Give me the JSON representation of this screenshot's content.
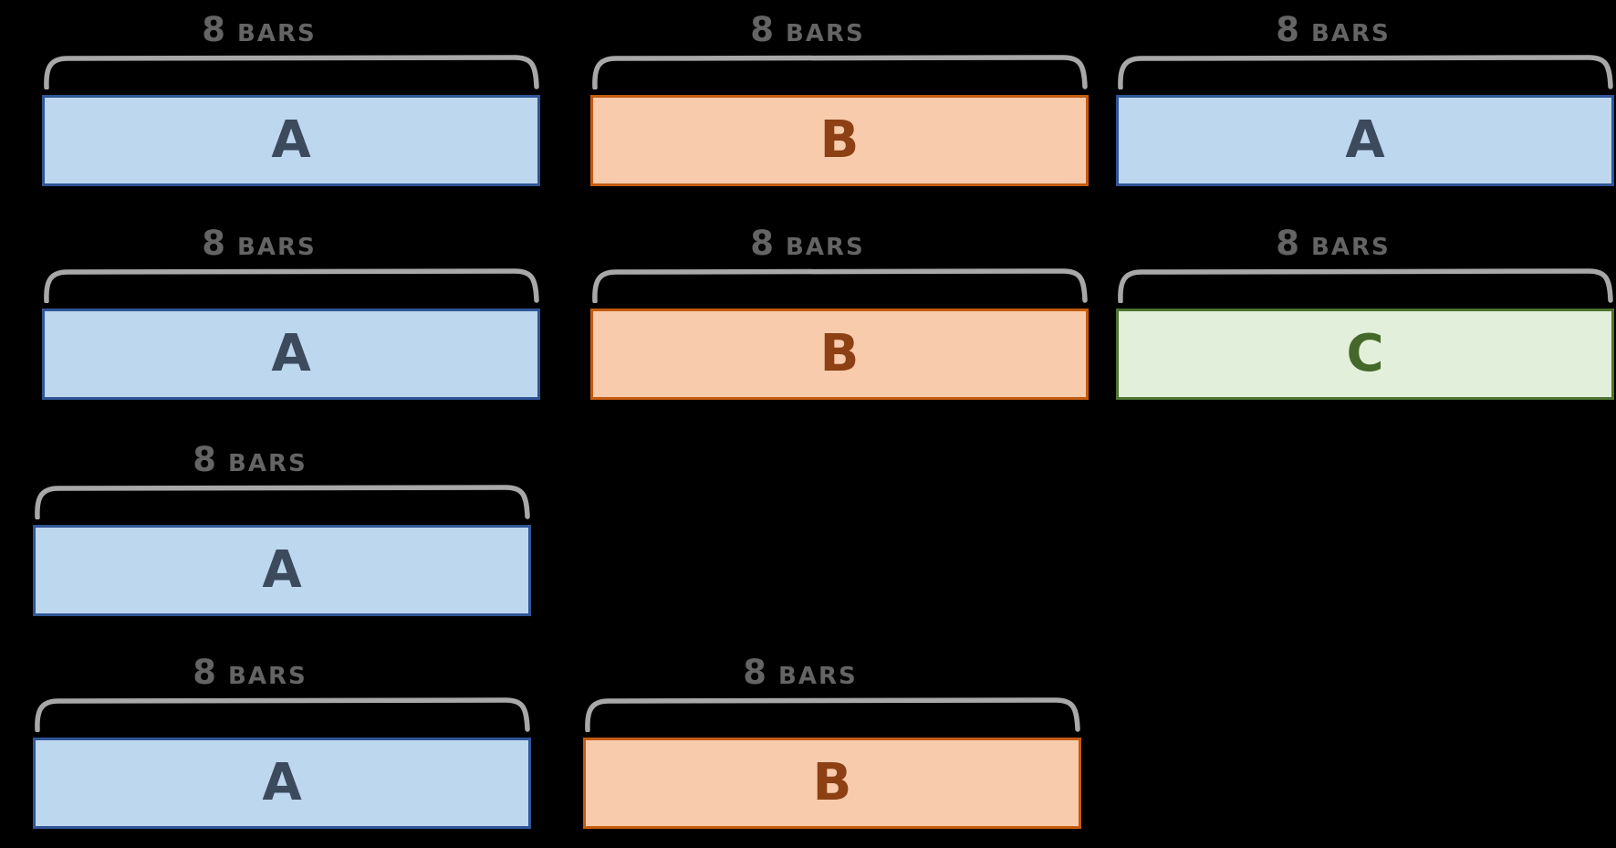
{
  "diagram": {
    "background_color": "#000000",
    "bracket_color": "#A8A8A8",
    "label_color": "#646464",
    "palette": {
      "blue": {
        "fill": "#BDD7EE",
        "border": "#2F5597",
        "text": "#3C4A5E"
      },
      "orange": {
        "fill": "#F8CBAD",
        "border": "#C55A11",
        "text": "#8C4013"
      },
      "green": {
        "fill": "#E2EFDA",
        "border": "#4E7330",
        "text": "#44682A"
      }
    }
  },
  "blocks": [
    {
      "letter": "A",
      "duration_label": "8 BARS",
      "variant": "blue",
      "row": 1,
      "col": 1
    },
    {
      "letter": "B",
      "duration_label": "8 BARS",
      "variant": "orange",
      "row": 1,
      "col": 2
    },
    {
      "letter": "A",
      "duration_label": "8 BARS",
      "variant": "blue",
      "row": 1,
      "col": 3
    },
    {
      "letter": "A",
      "duration_label": "8 BARS",
      "variant": "blue",
      "row": 2,
      "col": 1
    },
    {
      "letter": "B",
      "duration_label": "8 BARS",
      "variant": "orange",
      "row": 2,
      "col": 2
    },
    {
      "letter": "C",
      "duration_label": "8 BARS",
      "variant": "green",
      "row": 2,
      "col": 3
    },
    {
      "letter": "A",
      "duration_label": "8 BARS",
      "variant": "blue",
      "row": 3,
      "col": 1
    },
    {
      "letter": "A",
      "duration_label": "8 BARS",
      "variant": "blue",
      "row": 4,
      "col": 1
    },
    {
      "letter": "B",
      "duration_label": "8 BARS",
      "variant": "orange",
      "row": 4,
      "col": 2
    }
  ]
}
